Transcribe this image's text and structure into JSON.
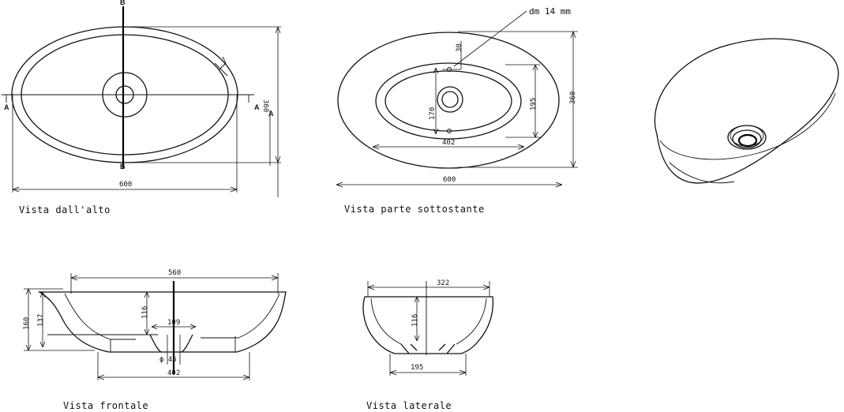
{
  "views": {
    "top": {
      "caption": "Vista dall'alto",
      "dim_width": "600",
      "dim_height": "360",
      "section_a": "A",
      "section_b": "B"
    },
    "bottom": {
      "caption": "Vista parte sottostante",
      "note": "dm 14 mm",
      "dim_width": "600",
      "dim_height": "360",
      "dim_inner_width": "402",
      "dim_inner_height": "195",
      "dim_170": "170",
      "dim_30": "30"
    },
    "front": {
      "caption": "Vista frontale",
      "dim_top": "560",
      "dim_height": "160",
      "dim_inner_height": "137",
      "dim_116": "116",
      "dim_109": "109",
      "dim_diam": "ϕ 45",
      "dim_base": "402"
    },
    "side": {
      "caption": "Vista laterale",
      "dim_top": "322",
      "dim_116": "116",
      "dim_base": "195"
    }
  }
}
